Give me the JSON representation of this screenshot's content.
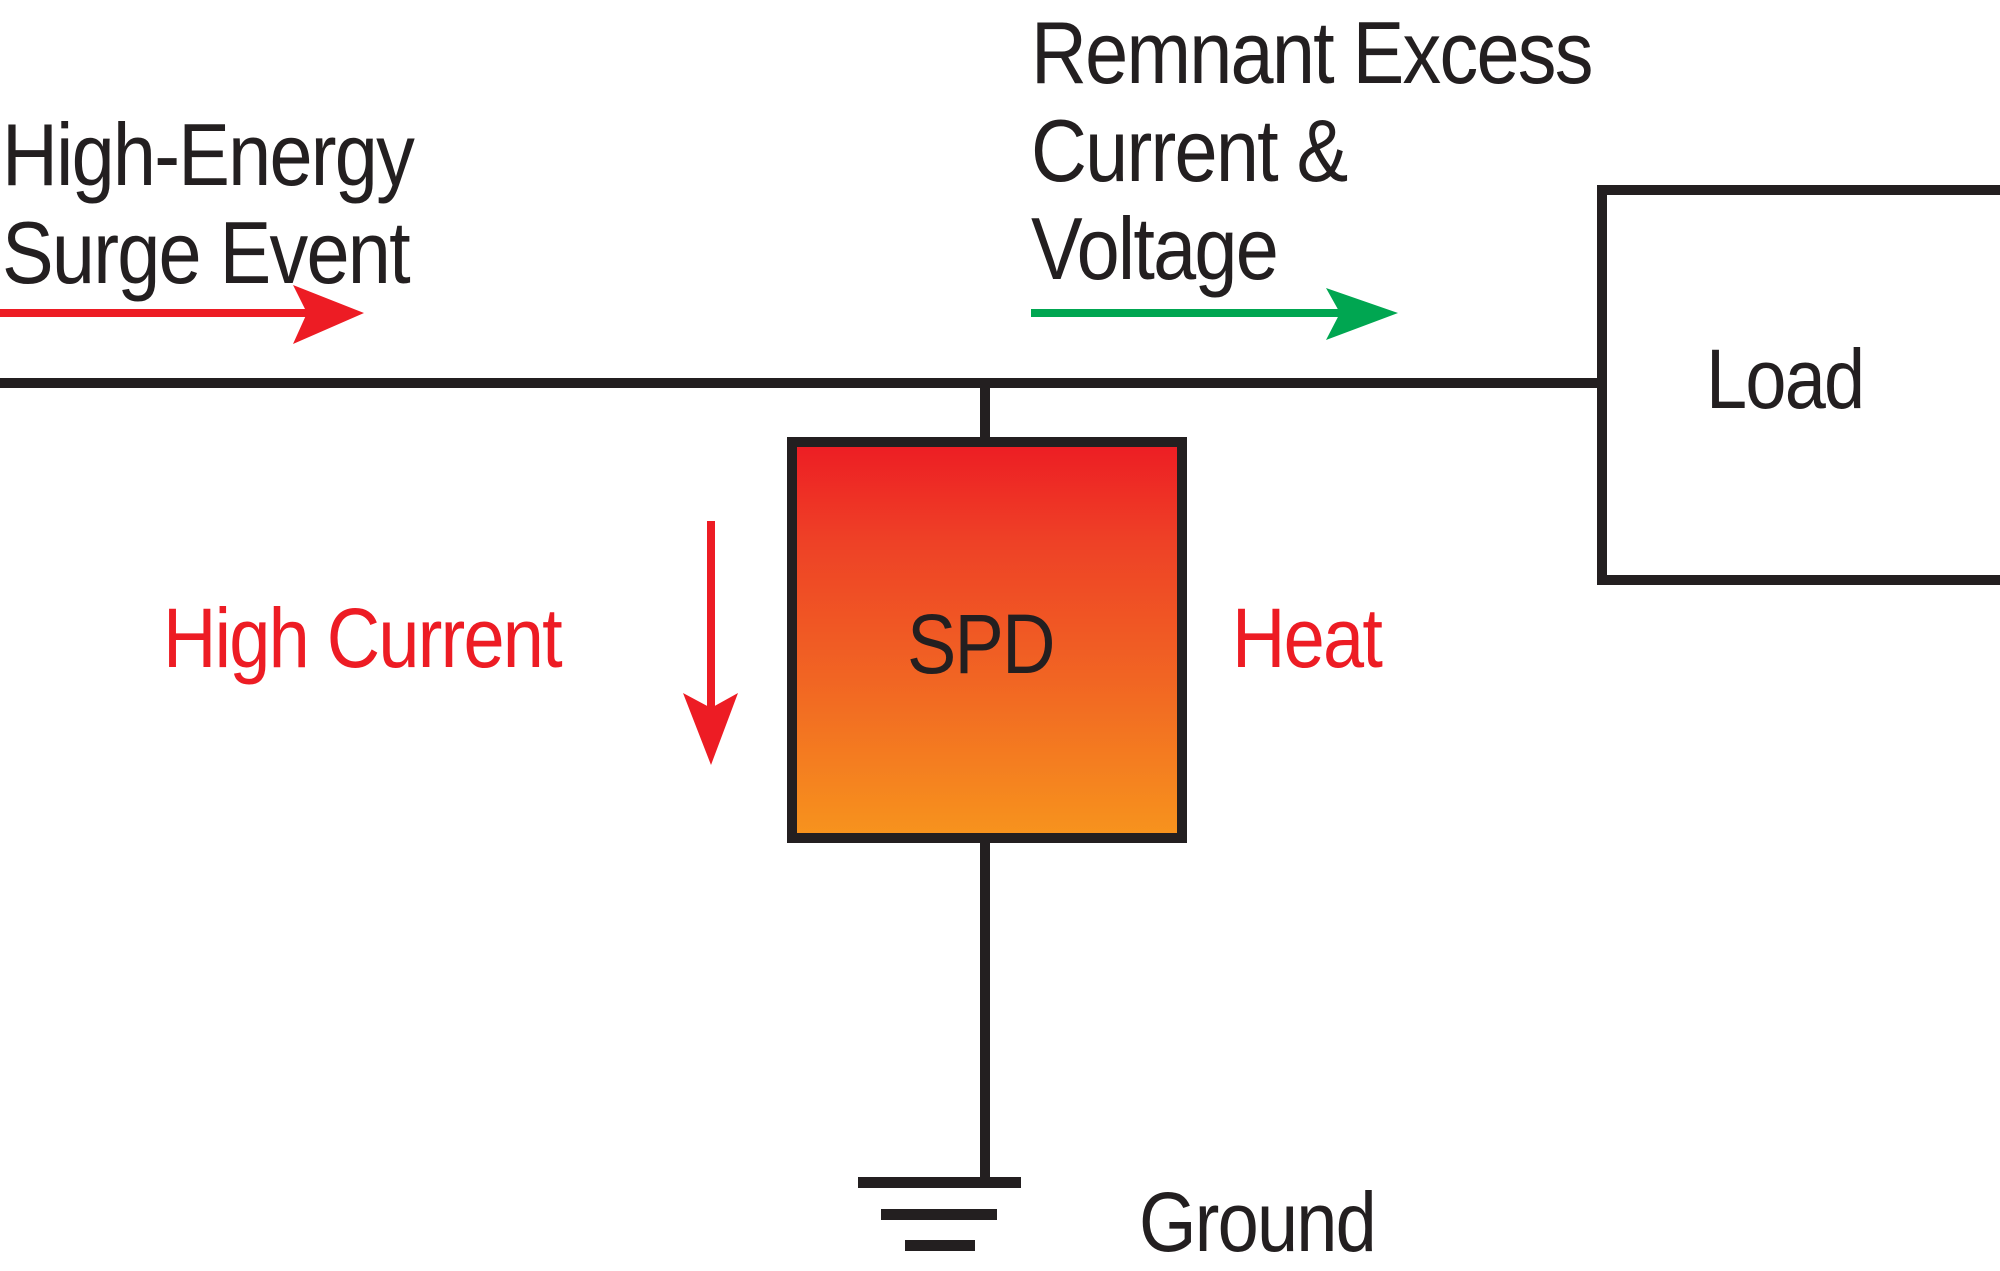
{
  "diagram": {
    "title": "Surge Protective Device operation",
    "labels": {
      "surge_line1": "High-Energy",
      "surge_line2": "Surge Event",
      "remnant_line1": "Remnant Excess",
      "remnant_line2": "Current &",
      "remnant_line3": "Voltage",
      "high_current": "High Current",
      "heat": "Heat",
      "spd": "SPD",
      "load": "Load",
      "ground": "Ground"
    },
    "nodes": [
      {
        "id": "spd",
        "label": "SPD",
        "fill": "gradient red-to-orange"
      },
      {
        "id": "load",
        "label": "Load",
        "fill": "white"
      },
      {
        "id": "ground",
        "label": "Ground",
        "symbol": "ground-symbol"
      }
    ],
    "edges": [
      {
        "from": "source",
        "to": "load",
        "type": "main-line"
      },
      {
        "from": "main-line",
        "to": "spd",
        "type": "tap"
      },
      {
        "from": "spd",
        "to": "ground",
        "type": "wire"
      }
    ],
    "arrows": [
      {
        "name": "surge-arrow",
        "direction": "right",
        "color": "#ED1C24",
        "meaning": "High-Energy Surge Event"
      },
      {
        "name": "remnant-arrow",
        "direction": "right",
        "color": "#00A651",
        "meaning": "Remnant Excess Current & Voltage"
      },
      {
        "name": "high-current-arrow",
        "direction": "down",
        "color": "#ED1C24",
        "meaning": "High Current"
      }
    ],
    "colors": {
      "line": "#231F20",
      "red": "#ED1C24",
      "green": "#00A651",
      "spd_gradient_top": "#ED1C24",
      "spd_gradient_bottom": "#F7941D"
    }
  }
}
